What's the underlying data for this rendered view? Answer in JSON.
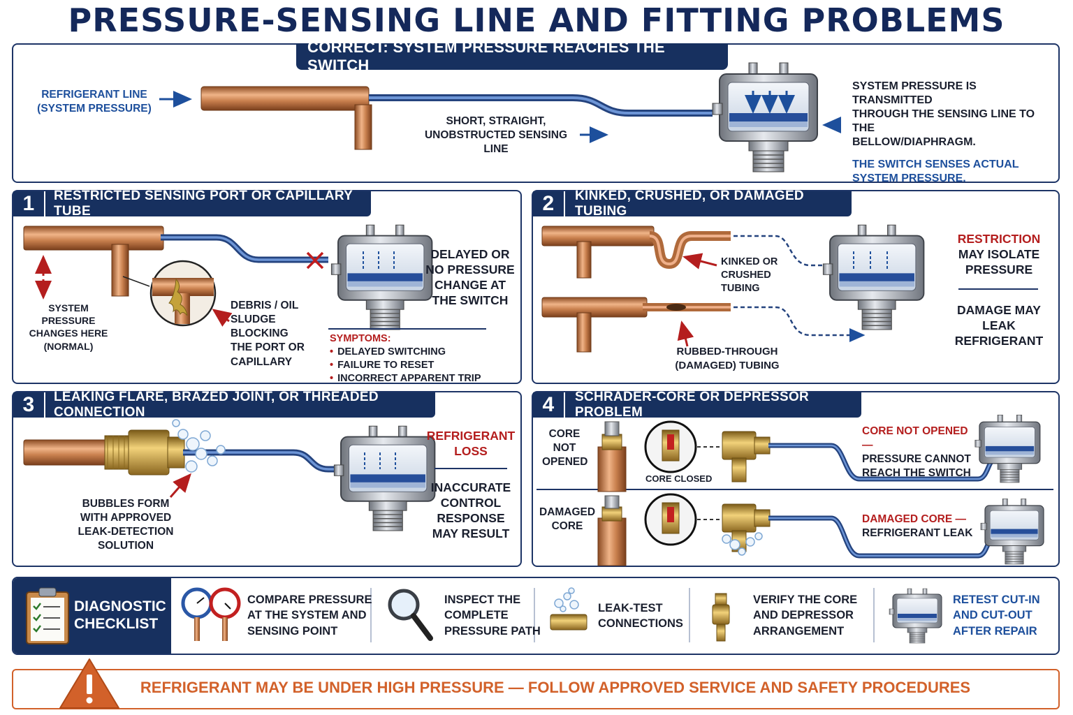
{
  "title": "PRESSURE-SENSING LINE AND FITTING PROBLEMS",
  "correct": {
    "banner": "CORRECT: SYSTEM PRESSURE REACHES THE SWITCH",
    "refrigerant_line": [
      "REFRIGERANT LINE",
      "(SYSTEM PRESSURE)"
    ],
    "sensing_line": [
      "SHORT, STRAIGHT,",
      "UNOBSTRUCTED SENSING LINE"
    ],
    "desc": [
      "SYSTEM PRESSURE IS TRANSMITTED",
      "THROUGH THE SENSING LINE TO THE",
      "BELLOW/DIAPHRAGM."
    ],
    "desc_blue": [
      "THE SWITCH SENSES ACTUAL",
      "SYSTEM PRESSURE."
    ]
  },
  "panel1": {
    "num": "1",
    "banner": "RESTRICTED SENSING PORT OR CAPILLARY TUBE",
    "system_pressure": [
      "SYSTEM PRESSURE",
      "CHANGES HERE",
      "(NORMAL)"
    ],
    "debris": [
      "DEBRIS / OIL",
      "SLUDGE BLOCKING",
      "THE PORT OR",
      "CAPILLARY"
    ],
    "delayed": [
      "DELAYED OR",
      "NO PRESSURE",
      "CHANGE AT",
      "THE SWITCH"
    ],
    "symptoms_title": "SYMPTOMS:",
    "symptoms": [
      "DELAYED SWITCHING",
      "FAILURE TO RESET",
      "INCORRECT APPARENT TRIP"
    ]
  },
  "panel2": {
    "num": "2",
    "banner": "KINKED, CRUSHED, OR DAMAGED TUBING",
    "kinked": [
      "KINKED OR",
      "CRUSHED",
      "TUBING"
    ],
    "rubbed": [
      "RUBBED-THROUGH",
      "(DAMAGED) TUBING"
    ],
    "restriction_red": "RESTRICTION",
    "restriction": [
      "MAY ISOLATE",
      "PRESSURE"
    ],
    "damage": [
      "DAMAGE MAY",
      "LEAK",
      "REFRIGERANT"
    ]
  },
  "panel3": {
    "num": "3",
    "banner": "LEAKING FLARE, BRAZED JOINT, OR THREADED CONNECTION",
    "bubbles": [
      "BUBBLES FORM",
      "WITH APPROVED",
      "LEAK-DETECTION",
      "SOLUTION"
    ],
    "loss": [
      "REFRIGERANT",
      "LOSS"
    ],
    "inaccurate": [
      "INACCURATE",
      "CONTROL",
      "RESPONSE",
      "MAY RESULT"
    ]
  },
  "panel4": {
    "num": "4",
    "banner": "SCHRADER-CORE OR DEPRESSOR PROBLEM",
    "core_not_opened": [
      "CORE",
      "NOT",
      "OPENED"
    ],
    "core_closed": "CORE CLOSED",
    "core_not_opened_red": "CORE NOT OPENED —",
    "core_not_opened_text": [
      "PRESSURE CANNOT",
      "REACH THE SWITCH"
    ],
    "damaged_core": [
      "DAMAGED",
      "CORE"
    ],
    "damaged_core_red": "DAMAGED CORE —",
    "damaged_core_text": "REFRIGERANT LEAK"
  },
  "checklist": {
    "title": [
      "DIAGNOSTIC",
      "CHECKLIST"
    ],
    "items": [
      {
        "icon": "gauges-icon",
        "text": [
          "COMPARE PRESSURE",
          "AT THE SYSTEM AND",
          "SENSING POINT"
        ]
      },
      {
        "icon": "magnifier-icon",
        "text": [
          "INSPECT THE",
          "COMPLETE",
          "PRESSURE PATH"
        ]
      },
      {
        "icon": "leak-test-icon",
        "text": [
          "LEAK-TEST",
          "CONNECTIONS"
        ]
      },
      {
        "icon": "valve-core-icon",
        "text": [
          "VERIFY THE CORE",
          "AND DEPRESSOR",
          "ARRANGEMENT"
        ]
      },
      {
        "icon": "pressure-switch-icon",
        "text": [
          "RETEST CUT-IN",
          "AND CUT-OUT",
          "AFTER REPAIR"
        ]
      }
    ]
  },
  "warning": "REFRIGERANT MAY BE UNDER HIGH PRESSURE — FOLLOW APPROVED SERVICE AND SAFETY PROCEDURES",
  "colors": {
    "navy": "#17305f",
    "copper": "#c07845",
    "blue_tube": "#2a57a6",
    "red": "#b41e1e",
    "orange": "#d2612a"
  }
}
